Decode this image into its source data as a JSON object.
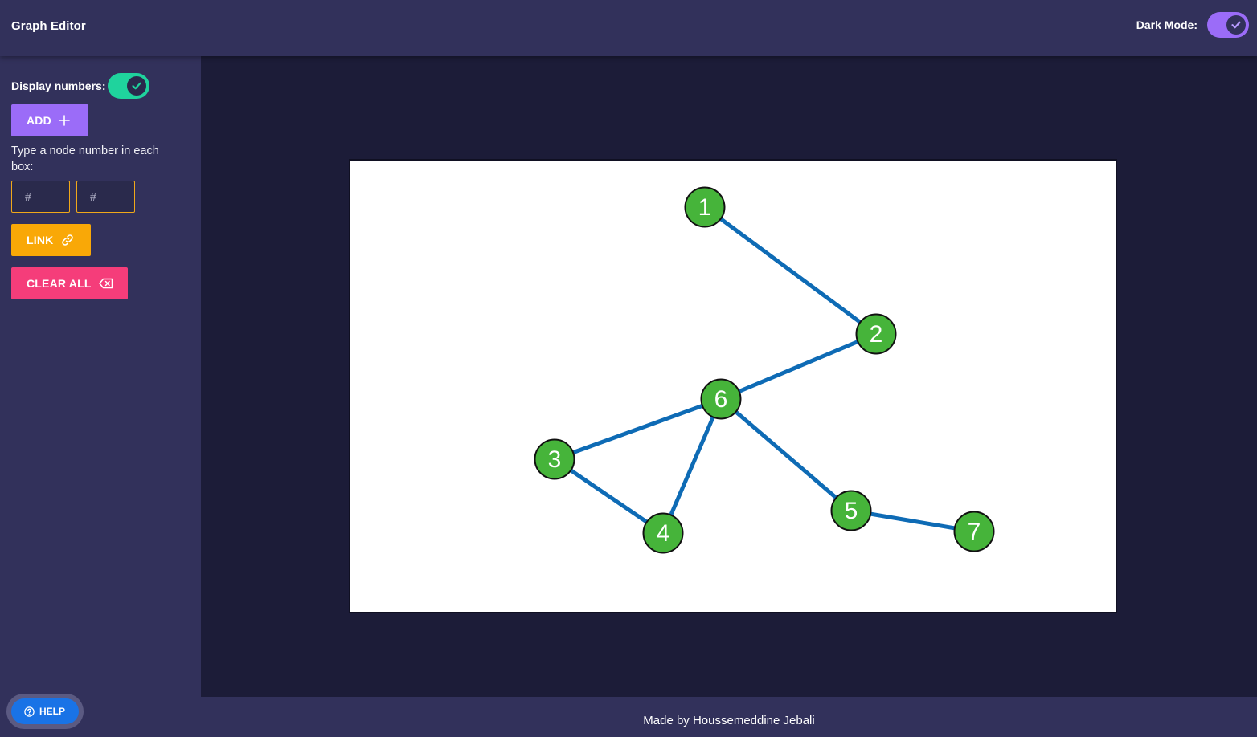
{
  "header": {
    "title": "Graph Editor",
    "dark_mode_label": "Dark Mode:",
    "dark_mode_on": true
  },
  "sidebar": {
    "display_numbers_label": "Display numbers:",
    "display_numbers_on": true,
    "add_label": "ADD",
    "instruction": "Type a node number in each box:",
    "box1_placeholder": "#",
    "box2_placeholder": "#",
    "link_label": "LINK",
    "clear_label": "CLEAR ALL",
    "help_label": "HELP"
  },
  "graph": {
    "nodes": [
      "1",
      "2",
      "3",
      "4",
      "5",
      "6",
      "7"
    ],
    "edges": [
      [
        "1",
        "2"
      ],
      [
        "2",
        "6"
      ],
      [
        "6",
        "3"
      ],
      [
        "6",
        "4"
      ],
      [
        "6",
        "5"
      ],
      [
        "3",
        "4"
      ],
      [
        "5",
        "7"
      ]
    ]
  },
  "colors": {
    "background": "#1c1c38",
    "panel": "#32315b",
    "accent_purple": "#9b6cf8",
    "toggle_green": "#1fd39d",
    "link_orange": "#f9a807",
    "clear_pink": "#f53d7a",
    "help_blue": "#1973e6",
    "node_fill": "#46b43a",
    "edge": "#0e6bb5"
  },
  "footer": {
    "credit": "Made by Houssemeddine Jebali"
  }
}
